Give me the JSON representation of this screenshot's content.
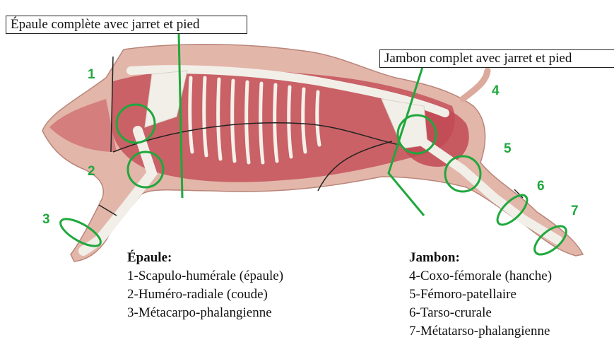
{
  "callouts": {
    "shoulder": "Épaule complète avec jarret et pied",
    "ham": "Jambon complet avec jarret et pied"
  },
  "markers": [
    "1",
    "2",
    "3",
    "4",
    "5",
    "6",
    "7"
  ],
  "legend": {
    "shoulder": {
      "title": "Épaule:",
      "items": [
        "1-Scapulo-humérale (épaule)",
        "2-Huméro-radiale (coude)",
        "3-Métacarpo-phalangienne"
      ]
    },
    "ham": {
      "title": "Jambon:",
      "items": [
        "4-Coxo-fémorale (hanche)",
        "5-Fémoro-patellaire",
        "6-Tarso-crurale",
        "7-Métatarso-phalangienne"
      ]
    }
  },
  "colors": {
    "marker_green": "#1fa83c",
    "meat_red": "#c0474f",
    "skin_pink": "#e2b3a8",
    "bone_white": "#f2efe9"
  }
}
